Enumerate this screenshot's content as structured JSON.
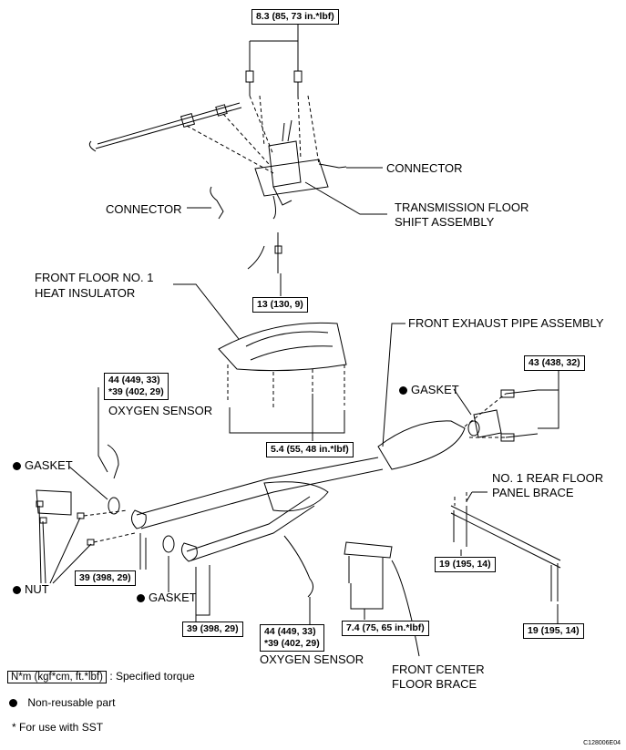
{
  "torques": {
    "top": "8.3 (85, 73 in.*lbf)",
    "shift_lower": "13 (130, 9)",
    "heat_insulator": "5.4 (55, 48 in.*lbf)",
    "exhaust_flange": "43 (438, 32)",
    "sensor_front_1": "44 (449, 33)",
    "sensor_front_2": "*39 (402, 29)",
    "nut_left": "39 (398, 29)",
    "nut_center": "39 (398, 29)",
    "sensor_rear_1": "44 (449, 33)",
    "sensor_rear_2": "*39 (402, 29)",
    "center_brace": "7.4 (75, 65 in.*lbf)",
    "rear_brace_upper": "19 (195, 14)",
    "rear_brace_lower": "19 (195, 14)"
  },
  "labels": {
    "connector_right": "CONNECTOR",
    "connector_left": "CONNECTOR",
    "transmission_1": "TRANSMISSION FLOOR",
    "transmission_2": "SHIFT ASSEMBLY",
    "heat_insulator_1": "FRONT FLOOR NO. 1",
    "heat_insulator_2": "HEAT INSULATOR",
    "front_exhaust": "FRONT EXHAUST PIPE ASSEMBLY",
    "gasket_right": "GASKET",
    "oxygen_sensor_top": "OXYGEN SENSOR",
    "gasket_left": "GASKET",
    "rear_brace_1": "NO. 1 REAR FLOOR",
    "rear_brace_2": "PANEL BRACE",
    "nut": "NUT",
    "gasket_center": "GASKET",
    "oxygen_sensor_bottom": "OXYGEN SENSOR",
    "center_brace_1": "FRONT CENTER",
    "center_brace_2": "FLOOR BRACE"
  },
  "legend": {
    "torque_unit": "N*m (kgf*cm, ft.*lbf)",
    "torque_desc": ": Specified torque",
    "non_reusable": "Non-reusable part",
    "sst": "* For use with SST"
  },
  "figure_code": "C128006E04"
}
